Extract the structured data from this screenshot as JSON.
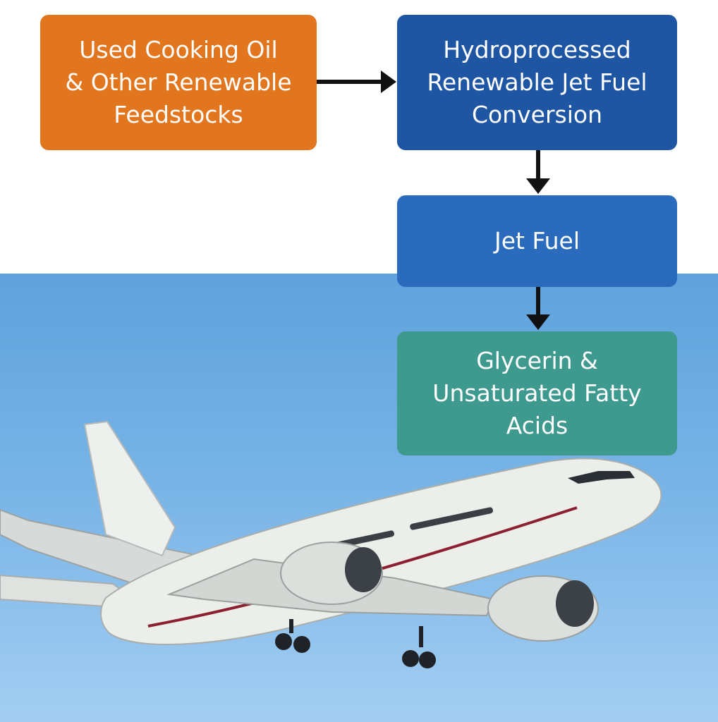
{
  "colors": {
    "feedstock": "#e2761e",
    "conversion": "#1f56a3",
    "jet_fuel": "#2a6bbd",
    "byproducts": "#3e9a8e",
    "arrow": "#111111"
  },
  "nodes": {
    "feedstock": "Used Cooking Oil\n& Other Renewable\nFeedstocks",
    "conversion": "Hydroprocessed\nRenewable Jet Fuel\nConversion",
    "jet_fuel": "Jet Fuel",
    "byproducts": "Glycerin &\nUnsaturated Fatty\nAcids"
  },
  "edges": [
    {
      "from": "feedstock",
      "to": "conversion"
    },
    {
      "from": "conversion",
      "to": "jet_fuel"
    },
    {
      "from": "jet_fuel",
      "to": "byproducts"
    }
  ],
  "illustration": "airplane-in-flight"
}
